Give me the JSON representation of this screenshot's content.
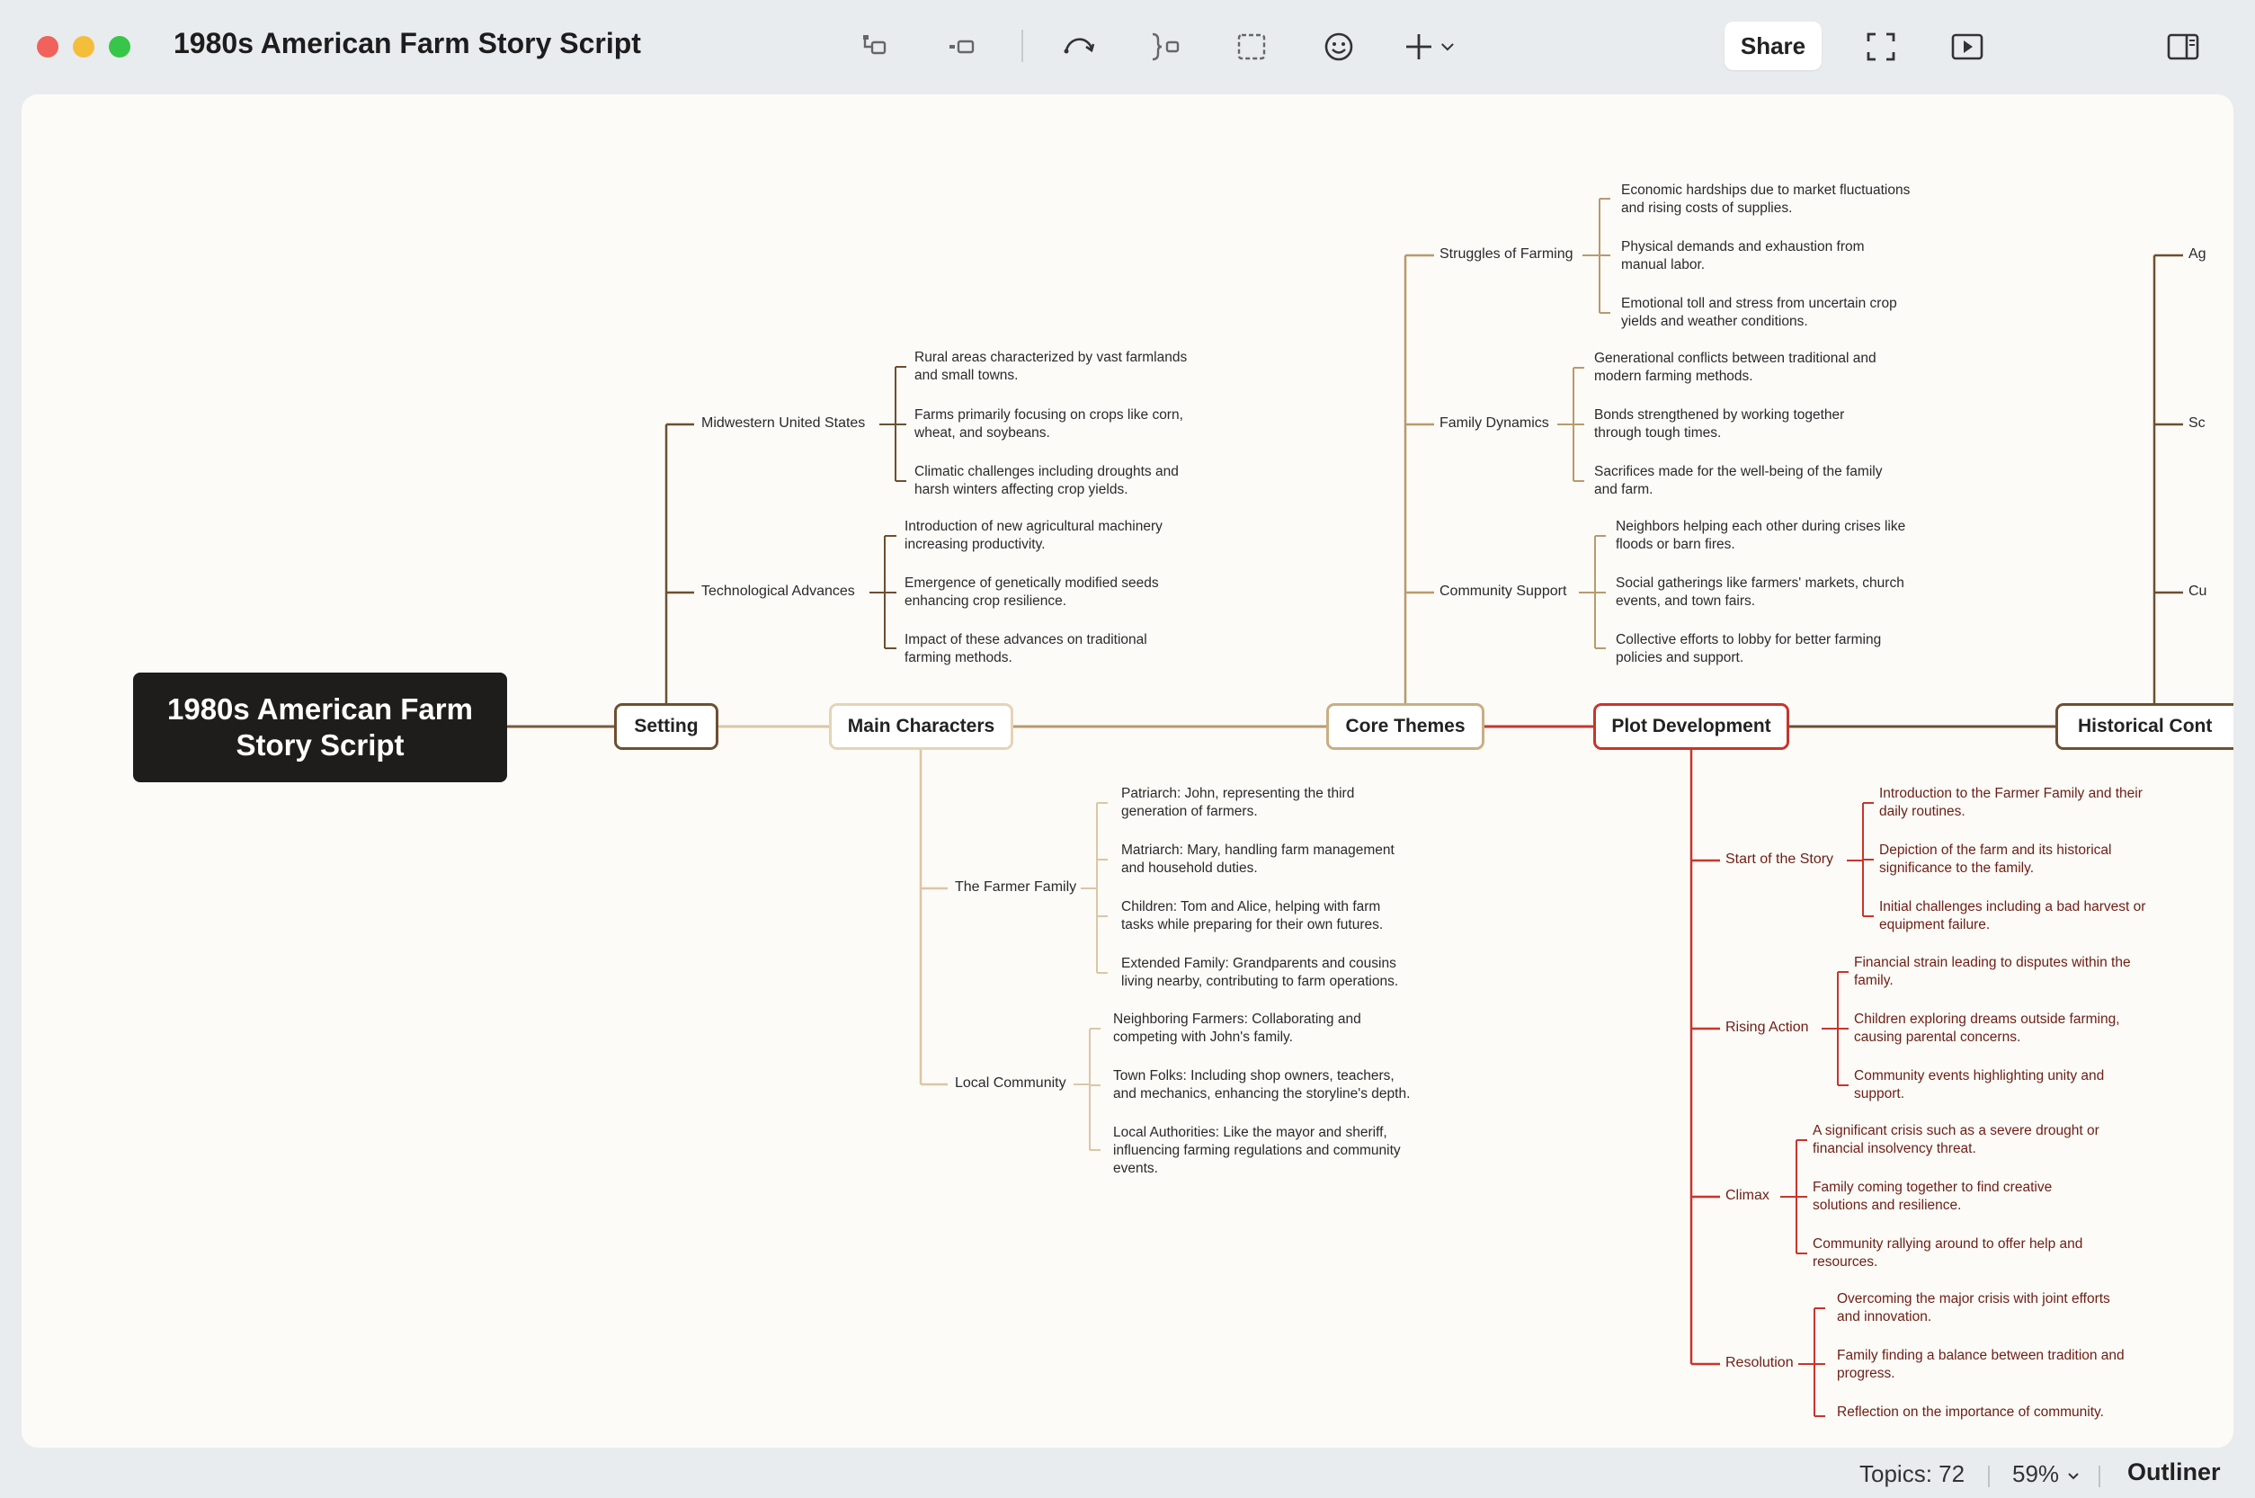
{
  "window": {
    "title": "1980s American Farm Story Script",
    "share_label": "Share",
    "toolbar_icons": [
      "subtopic-insert-icon",
      "topic-insert-icon",
      "relationship-icon",
      "summary-icon",
      "boundary-icon",
      "emoji-icon",
      "add-icon",
      "chevron-down-icon",
      "fullscreen-icon",
      "play-icon",
      "panel-toggle-icon"
    ]
  },
  "map": {
    "root": "1980s American Farm Story Script",
    "root_lines": [
      "1980s American Farm",
      "Story Script"
    ],
    "topics": {
      "setting": "Setting",
      "main_characters": "Main Characters",
      "core_themes": "Core Themes",
      "plot_development": "Plot Development",
      "historical_context": "Historical Cont"
    },
    "setting": {
      "midwest": {
        "label": "Midwestern United States",
        "leaves": [
          [
            "Rural areas characterized by vast farmlands",
            "and small towns."
          ],
          [
            "Farms primarily focusing on crops like corn,",
            "wheat, and soybeans."
          ],
          [
            "Climatic challenges including droughts and",
            "harsh winters affecting crop yields."
          ]
        ]
      },
      "tech": {
        "label": "Technological Advances",
        "leaves": [
          [
            "Introduction of new agricultural machinery",
            "increasing productivity."
          ],
          [
            "Emergence of genetically modified seeds",
            "enhancing crop resilience."
          ],
          [
            "Impact of these advances on traditional",
            "farming methods."
          ]
        ]
      }
    },
    "characters": {
      "family": {
        "label": "The Farmer Family",
        "leaves": [
          [
            "Patriarch: John, representing the third",
            "generation of farmers."
          ],
          [
            "Matriarch: Mary, handling farm management",
            "and household duties."
          ],
          [
            "Children: Tom and Alice, helping with farm",
            "tasks while preparing for their own futures."
          ],
          [
            "Extended Family: Grandparents and cousins",
            "living nearby, contributing to farm operations."
          ]
        ]
      },
      "community": {
        "label": "Local Community",
        "leaves": [
          [
            "Neighboring Farmers: Collaborating and",
            "competing with John's family."
          ],
          [
            "Town Folks: Including shop owners, teachers,",
            "and mechanics, enhancing the storyline's depth."
          ],
          [
            "Local Authorities: Like the mayor and sheriff,",
            "influencing farming regulations and community",
            "events."
          ]
        ]
      }
    },
    "themes": {
      "struggles": {
        "label": "Struggles of Farming",
        "leaves": [
          [
            "Economic hardships due to market fluctuations",
            "and rising costs of supplies."
          ],
          [
            "Physical demands and exhaustion from",
            "manual labor."
          ],
          [
            "Emotional toll and stress from uncertain crop",
            "yields and weather conditions."
          ]
        ]
      },
      "family": {
        "label": "Family Dynamics",
        "leaves": [
          [
            "Generational conflicts between traditional and",
            "modern farming methods."
          ],
          [
            "Bonds strengthened by working together",
            "through tough times."
          ],
          [
            "Sacrifices made for the well-being of the family",
            "and farm."
          ]
        ]
      },
      "community": {
        "label": "Community Support",
        "leaves": [
          [
            "Neighbors helping each other during crises like",
            "floods or barn fires."
          ],
          [
            "Social gatherings like farmers' markets, church",
            "events, and town fairs."
          ],
          [
            "Collective efforts to lobby for better farming",
            "policies and support."
          ]
        ]
      }
    },
    "plot": {
      "start": {
        "label": "Start of the Story",
        "leaves": [
          [
            "Introduction to the Farmer Family and their",
            "daily routines."
          ],
          [
            "Depiction of the farm and its historical",
            "significance to the family."
          ],
          [
            "Initial challenges including a bad harvest or",
            "equipment failure."
          ]
        ]
      },
      "rising": {
        "label": "Rising Action",
        "leaves": [
          [
            "Financial strain leading to disputes within the",
            "family."
          ],
          [
            "Children exploring dreams outside farming,",
            "causing parental concerns."
          ],
          [
            "Community events highlighting unity and",
            "support."
          ]
        ]
      },
      "climax": {
        "label": "Climax",
        "leaves": [
          [
            "A significant crisis such as a severe drought or",
            "financial insolvency threat."
          ],
          [
            "Family coming together to find creative",
            "solutions and resilience."
          ],
          [
            "Community rallying around to offer help and",
            "resources."
          ]
        ]
      },
      "resolution": {
        "label": "Resolution",
        "leaves": [
          [
            "Overcoming the major crisis with joint efforts",
            "and innovation."
          ],
          [
            "Family finding a balance between tradition and",
            "progress."
          ],
          [
            "Reflection on the importance of community."
          ]
        ]
      }
    },
    "historical": {
      "items": [
        "Ag",
        "Sc",
        "Cu"
      ]
    }
  },
  "status": {
    "topics": "Topics: 72",
    "zoom": "59%",
    "outliner": "Outliner"
  },
  "colors": {
    "brown": "#7a5b3a",
    "tan": "#dcc6a4",
    "light_brown": "#b99a6b",
    "red": "#c8352a",
    "root_bg": "#1f1d1b"
  }
}
